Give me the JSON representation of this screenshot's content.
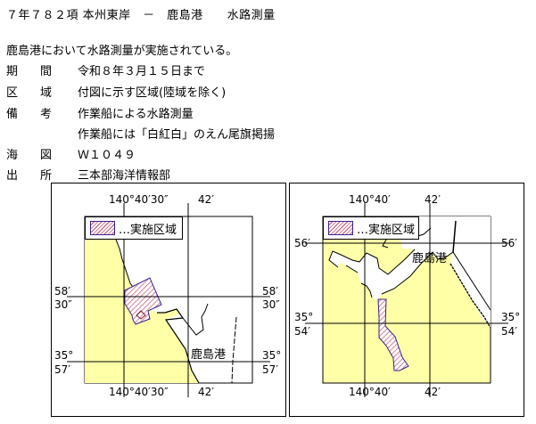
{
  "notice": {
    "title": "７年７８２項 本州東岸　－　鹿島港　　水路測量",
    "intro": "鹿島港において水路測量が実施されている。",
    "fields": [
      {
        "key": "期　間",
        "value": "令和８年３月１５日まで"
      },
      {
        "key": "区　域",
        "value": "付図に示す区域(陸域を除く)"
      },
      {
        "key": "備　考",
        "value": "作業船による水路測量"
      },
      {
        "key": "",
        "value": "作業船には「白紅白」のえん尾旗掲揚"
      },
      {
        "key": "海　図",
        "value": "Ｗ１０４９"
      },
      {
        "key": "出　所",
        "value": "三本部海洋情報部"
      }
    ]
  },
  "maps": {
    "left": {
      "legend_label": "…実施区域",
      "port_label": "鹿島港",
      "lon_labels": [
        "140°40′30″",
        "42′"
      ],
      "lat_labels": [
        {
          "deg": "58′",
          "min": "30″"
        },
        {
          "deg": "35°",
          "min": "57′"
        }
      ]
    },
    "right": {
      "legend_label": "…実施区域",
      "port_label": "鹿島港",
      "lon_labels": [
        "140°40′",
        "42′"
      ],
      "lat_labels": [
        {
          "deg": "56′",
          "min": ""
        },
        {
          "deg": "35°",
          "min": "54′"
        }
      ]
    }
  },
  "colors": {
    "land": "#ffffa8",
    "area_outline": "#3a1f8f",
    "area_hatch": "#c0506a"
  }
}
